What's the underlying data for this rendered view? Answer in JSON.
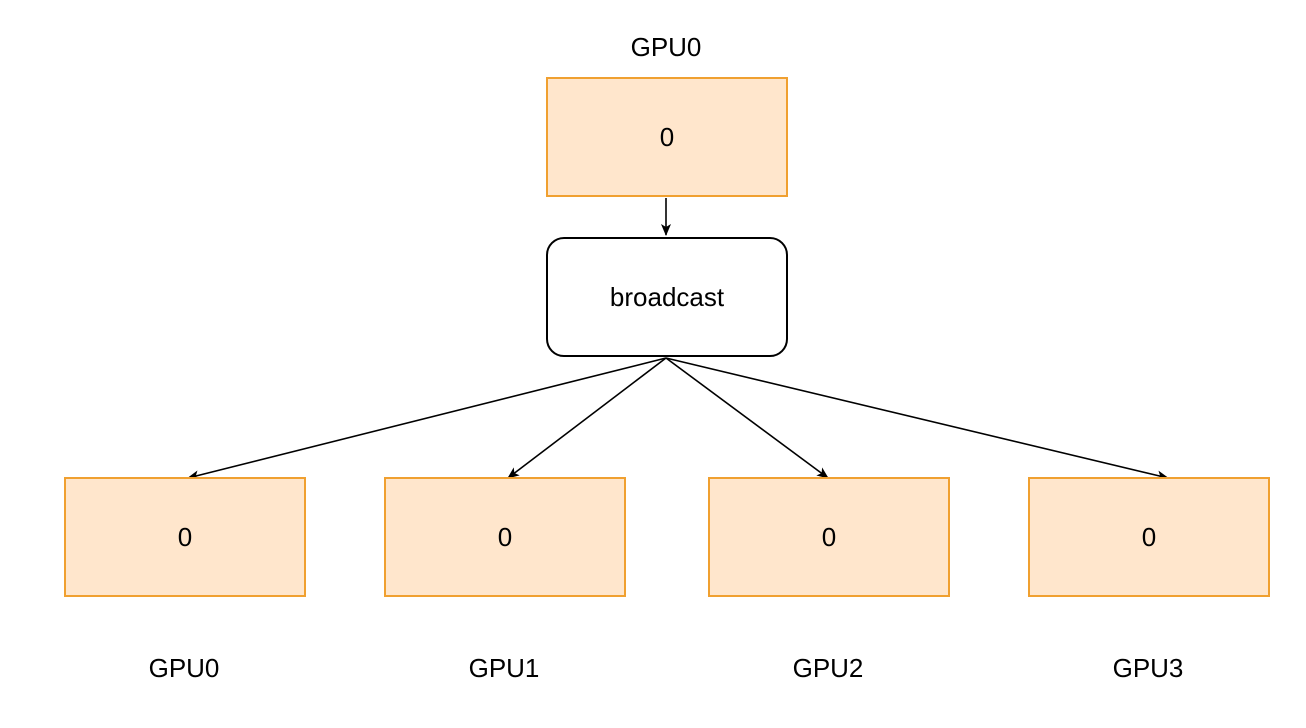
{
  "source": {
    "label": "GPU0",
    "value": "0"
  },
  "operation": {
    "label": "broadcast"
  },
  "targets": [
    {
      "label": "GPU0",
      "value": "0"
    },
    {
      "label": "GPU1",
      "value": "0"
    },
    {
      "label": "GPU2",
      "value": "0"
    },
    {
      "label": "GPU3",
      "value": "0"
    }
  ],
  "colors": {
    "box_fill": "#ffe6cc",
    "box_border": "#f0a030",
    "edge": "#000000"
  }
}
